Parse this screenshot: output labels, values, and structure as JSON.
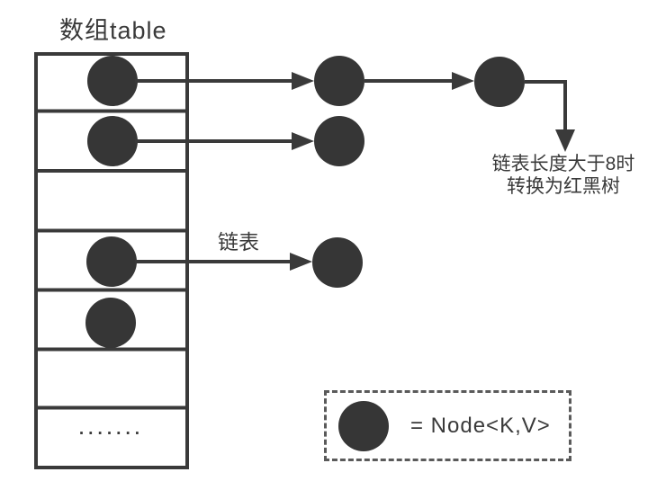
{
  "title": "数组table",
  "labels": {
    "linked_list": "链表",
    "tree_note_line1": "链表长度大于8时",
    "tree_note_line2": "转换为红黑树"
  },
  "table": {
    "row_count": 7,
    "rows_with_node": [
      1,
      2,
      4,
      5
    ],
    "ellipsis": "·······"
  },
  "chains": {
    "row1_extra_nodes": 2,
    "row2_extra_nodes": 1,
    "row4_extra_nodes": 1
  },
  "legend": {
    "text": "= Node<K,V>"
  },
  "colors": {
    "ink": "#3a3a3a",
    "node_fill": "#363636",
    "legend_border": "#5a5a5a",
    "background": "#ffffff"
  }
}
